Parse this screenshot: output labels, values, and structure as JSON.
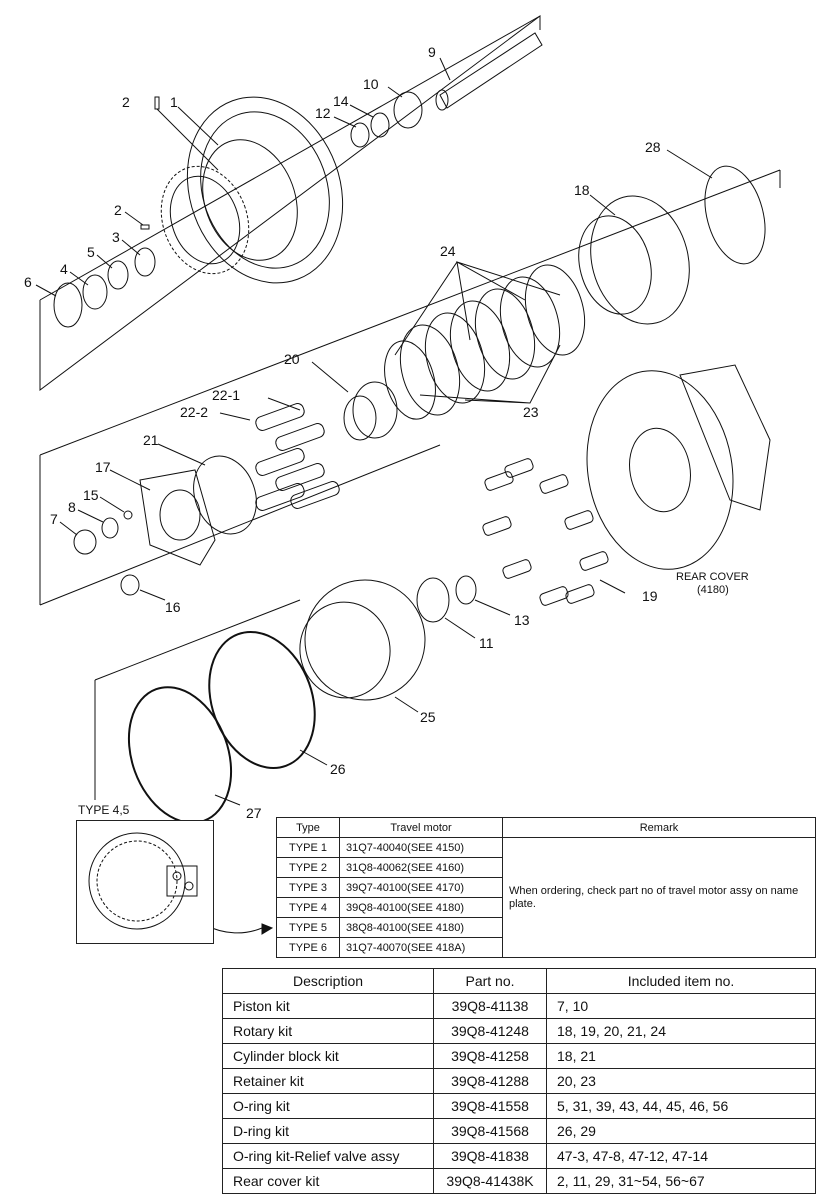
{
  "callouts": {
    "n1": "1",
    "n2a": "2",
    "n2b": "2",
    "n3": "3",
    "n4": "4",
    "n5": "5",
    "n6": "6",
    "n7": "7",
    "n8": "8",
    "n9": "9",
    "n10": "10",
    "n11": "11",
    "n12": "12",
    "n13": "13",
    "n14": "14",
    "n15": "15",
    "n16": "16",
    "n17": "17",
    "n18": "18",
    "n19": "19",
    "n20": "20",
    "n21": "21",
    "n22_1": "22-1",
    "n22_2": "22-2",
    "n23": "23",
    "n24": "24",
    "n25": "25",
    "n26": "26",
    "n27": "27",
    "n28": "28"
  },
  "rear_cover": {
    "line1": "REAR COVER",
    "line2": "(4180)"
  },
  "type_panel": {
    "title": "TYPE 4,5"
  },
  "type_table": {
    "headers": [
      "Type",
      "Travel motor",
      "Remark"
    ],
    "rows": [
      {
        "type": "TYPE 1",
        "motor": "31Q7-40040(SEE 4150)"
      },
      {
        "type": "TYPE 2",
        "motor": "31Q8-40062(SEE 4160)"
      },
      {
        "type": "TYPE 3",
        "motor": "39Q7-40100(SEE 4170)"
      },
      {
        "type": "TYPE 4",
        "motor": "39Q8-40100(SEE 4180)"
      },
      {
        "type": "TYPE 5",
        "motor": "38Q8-40100(SEE 4180)"
      },
      {
        "type": "TYPE 6",
        "motor": "31Q7-40070(SEE 418A)"
      }
    ],
    "remark": "When ordering, check part no of travel motor assy on name plate."
  },
  "kit_table": {
    "headers": [
      "Description",
      "Part no.",
      "Included item no."
    ],
    "rows": [
      {
        "desc": "Piston kit",
        "pn": "39Q8-41138",
        "items": "7, 10"
      },
      {
        "desc": "Rotary kit",
        "pn": "39Q8-41248",
        "items": "18, 19, 20, 21, 24"
      },
      {
        "desc": "Cylinder block kit",
        "pn": "39Q8-41258",
        "items": "18, 21"
      },
      {
        "desc": "Retainer kit",
        "pn": "39Q8-41288",
        "items": "20, 23"
      },
      {
        "desc": "O-ring kit",
        "pn": "39Q8-41558",
        "items": "5, 31, 39, 43, 44, 45, 46, 56"
      },
      {
        "desc": "D-ring kit",
        "pn": "39Q8-41568",
        "items": "26, 29"
      },
      {
        "desc": "O-ring kit-Relief valve assy",
        "pn": "39Q8-41838",
        "items": "47-3, 47-8, 47-12, 47-14"
      },
      {
        "desc": "Rear cover kit",
        "pn": "39Q8-41438K",
        "items": "2, 11, 29, 31~54, 56~67"
      }
    ]
  }
}
